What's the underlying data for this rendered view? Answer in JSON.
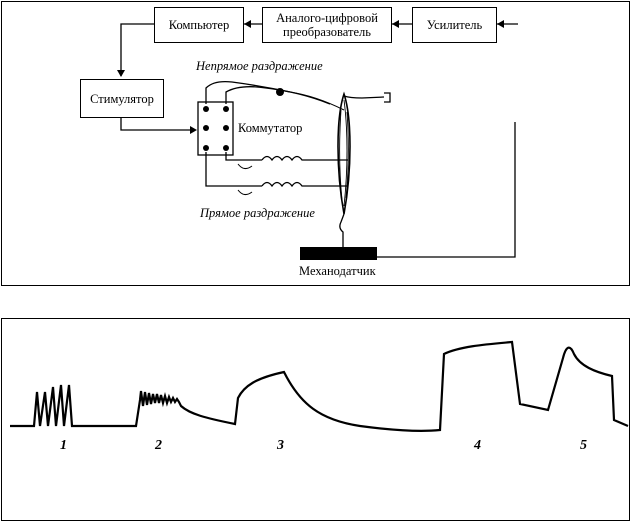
{
  "schematic": {
    "computer": "Компьютер",
    "adc_line1": "Аналого-цифровой",
    "adc_line2": "преобразователь",
    "amplifier": "Усилитель",
    "stimulator": "Стимулятор",
    "commutator": "Коммутатор",
    "indirect": "Непрямое раздражение",
    "direct": "Прямое раздражение",
    "sensor": "Механодатчик"
  },
  "recording": {
    "labels": [
      "1",
      "2",
      "3",
      "4",
      "5"
    ]
  }
}
